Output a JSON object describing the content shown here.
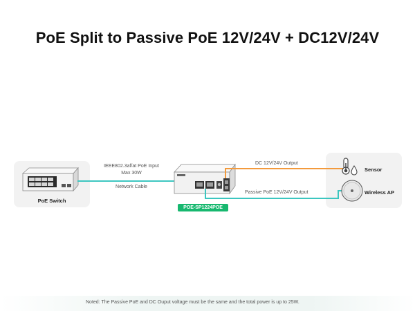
{
  "title": "PoE Split to Passive PoE 12V/24V + DC12V/24V",
  "switch": {
    "label": "PoE Switch"
  },
  "input_link": {
    "standard": "IEEE802.3af/at PoE Input",
    "max_power": "Max 30W",
    "cable": "Network Cable"
  },
  "splitter": {
    "model": "POE-SP1224POE"
  },
  "outputs": {
    "dc": "DC 12V/24V Output",
    "passive": "Passive PoE 12V/24V Output"
  },
  "devices": {
    "sensor": "Sensor",
    "ap": "Wireless AP"
  },
  "note": "Noted: The Passive PoE and DC Ouput voltage must be the same and the total power is up to 25W.",
  "colors": {
    "poe_cable": "#3cc6c0",
    "dc_cable": "#f39a3c",
    "badge": "#17b86f"
  }
}
